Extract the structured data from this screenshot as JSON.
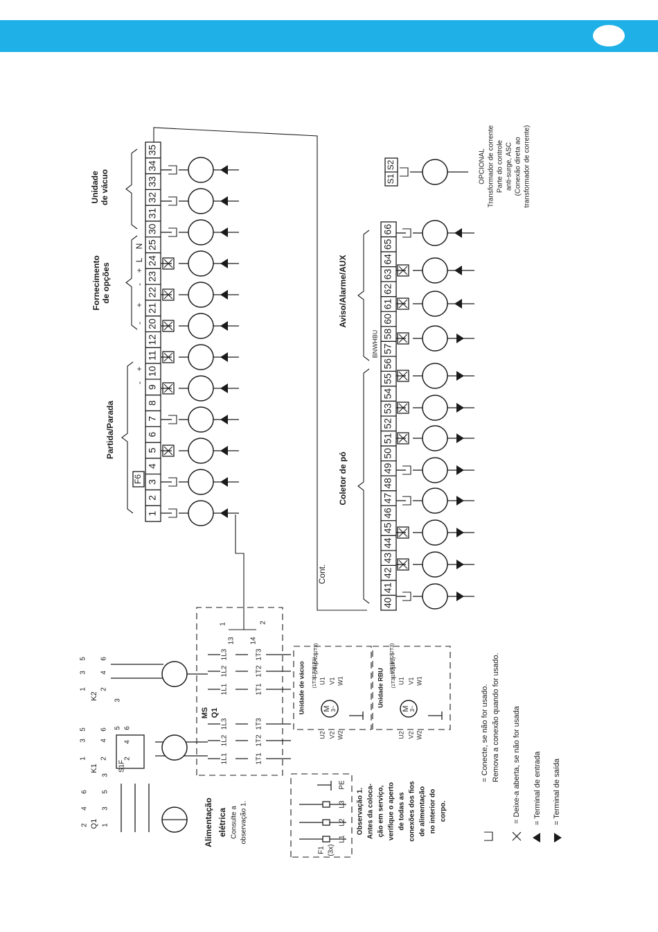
{
  "header": {
    "bar_color": "#1eb0e6"
  },
  "top_row": {
    "terminals": [
      "1",
      "2",
      "3",
      "4",
      "5",
      "6",
      "7",
      "8",
      "9",
      "10",
      "11",
      "12",
      "20",
      "21",
      "22",
      "23",
      "24",
      "25",
      "30",
      "31",
      "32",
      "33",
      "34",
      "35"
    ],
    "fuse_label": "F6",
    "group_labels": [
      "Partida/Parada",
      "Fornecimento de opções",
      "Unidade de vácuo"
    ],
    "polarity_marks": [
      "-",
      "+",
      "-",
      "+",
      "-",
      "+",
      "L",
      "N"
    ]
  },
  "bottom_row": {
    "terminals": [
      "40",
      "41",
      "42",
      "43",
      "44",
      "45",
      "46",
      "47",
      "48",
      "49",
      "50",
      "51",
      "52",
      "53",
      "54",
      "55",
      "56",
      "57",
      "58",
      "60",
      "61",
      "62",
      "63",
      "64",
      "65",
      "66"
    ],
    "group_labels": [
      "Coletor de pó",
      "Aviso/Alarme/AUX"
    ],
    "wire_colors": [
      "BN",
      "WH",
      "BU"
    ],
    "cont_label": "Cont."
  },
  "current_transformer": {
    "terminals": [
      "S1",
      "S2"
    ],
    "lines": [
      "OPCIONAL",
      "Transformador de corrente",
      "Parte do controle",
      "anti-surge, ASC",
      "(Conexão direta ao",
      "transformador de corrente)"
    ]
  },
  "power": {
    "q1_label": "Q1",
    "q1_contacts": [
      "2",
      "4",
      "6",
      "1",
      "3",
      "5"
    ],
    "k1_label": "K1",
    "k1_contacts": [
      "1",
      "3",
      "5",
      "2",
      "4",
      "6"
    ],
    "k1_extra": "3",
    "k2_label": "K2",
    "k2_contacts": [
      "1",
      "3",
      "5",
      "2",
      "4",
      "6"
    ],
    "k2_extra": "3",
    "s1f_label": "S1F",
    "s1f_contacts": [
      "5",
      "6",
      "4",
      "2"
    ],
    "title": "Alimentação elétrica",
    "subtitle_lines": [
      "Consulte a",
      "observação 1."
    ],
    "fuse_lines": [
      "F1",
      "(3x)"
    ],
    "line_labels": [
      "L1",
      "L2",
      "L3",
      "PE"
    ],
    "ms_label": "MS",
    "ms_sub": "Q1",
    "terminals_in": [
      "1L1",
      "1L2",
      "1L3"
    ],
    "terminals_out": [
      "1T1",
      "1T2",
      "1T3"
    ],
    "aux_contacts": [
      "1",
      "2",
      "13",
      "14"
    ]
  },
  "motors": {
    "vacuum_label": "Unidade de vácuo",
    "rbu_label": "Unidade RBU",
    "phase_labels": [
      "U1",
      "V1",
      "W1",
      "U2",
      "V2",
      "W2"
    ],
    "motor_symbol": "M",
    "motor_sub": "3~",
    "tags_a": [
      "(1T1)",
      "(1T2)",
      "(1T3)"
    ],
    "tags_b": [
      "(2T1)",
      "(2T2)",
      "(2T3)"
    ]
  },
  "note": {
    "lines": [
      "Observação 1.",
      "Antes da coloca-",
      "ção em serviço,",
      "verifique o aperto",
      "de todas as",
      "conexões dos fios",
      "de alimentação",
      "no interior do",
      "corpo."
    ]
  },
  "legend": {
    "connect_line1": "= Conecte, se não for usado.",
    "connect_line2": "Remova a conexão quando for usado.",
    "open": "= Deixe-a aberta, se não for usada",
    "input": "= Terminal de entrada",
    "output": "= Terminal de saída"
  }
}
